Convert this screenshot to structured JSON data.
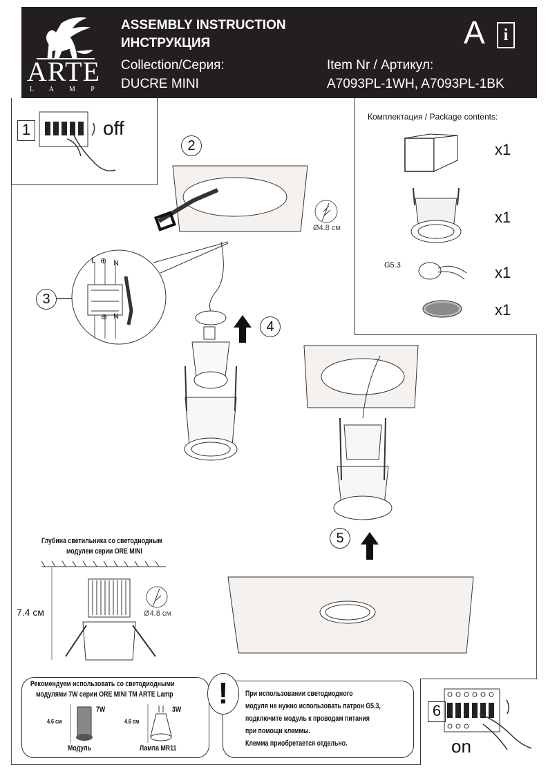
{
  "header": {
    "brand": "ARTE",
    "brand_sub": "L A M P",
    "title_en": "ASSEMBLY INSTRUCTION",
    "title_ru": "ИНСТРУКЦИЯ",
    "collection_label": "Collection/Серия:",
    "collection_value": "DUCRE MINI",
    "item_label": "Item Nr / Артикул:",
    "item_value": "A7093PL-1WH, A7093PL-1BK",
    "badge_letter": "A",
    "badge_icon_letter": "i"
  },
  "steps": {
    "s1": {
      "num": "1",
      "label": "off"
    },
    "s2": {
      "num": "2",
      "drill": "Ø4.8 см"
    },
    "s3": {
      "num": "3",
      "wire_l": "L",
      "wire_pe": "⊕",
      "wire_n": "N",
      "bottom_pe": "⊕",
      "bottom_n": "N"
    },
    "s4": {
      "num": "4"
    },
    "s5": {
      "num": "5"
    },
    "s6": {
      "num": "6",
      "label": "on"
    }
  },
  "package": {
    "title": "Комплектация / Package contents:",
    "items": [
      {
        "name": "box",
        "qty": "x1"
      },
      {
        "name": "luminaire",
        "qty": "x1"
      },
      {
        "name": "socket",
        "label": "G5.3",
        "qty": "x1"
      },
      {
        "name": "filter",
        "qty": "x1"
      }
    ]
  },
  "depth": {
    "caption_line1": "Глубина светильника со светодиодным",
    "caption_line2": "модулем серии ORE MINI",
    "height": "7.4 см",
    "drill": "Ø4.8 см"
  },
  "recommend": {
    "line1": "Рекомендуем использовать со светодиодными",
    "line2": "модулями 7W серии ORE MINI TM ARTE Lamp",
    "module": {
      "height": "4.6 см",
      "power": "7W",
      "label": "Модуль"
    },
    "lamp": {
      "height": "4.6 см",
      "power": "3W",
      "label": "Лампа MR11"
    }
  },
  "warning": {
    "symbol": "!",
    "lines": [
      "При использовании светодиодного",
      "модуля не нужно использовать патрон G5.3,",
      "подключите модуль к проводам питания",
      "при помощи клеммы.",
      "Клемма приобретается отдельно."
    ]
  }
}
